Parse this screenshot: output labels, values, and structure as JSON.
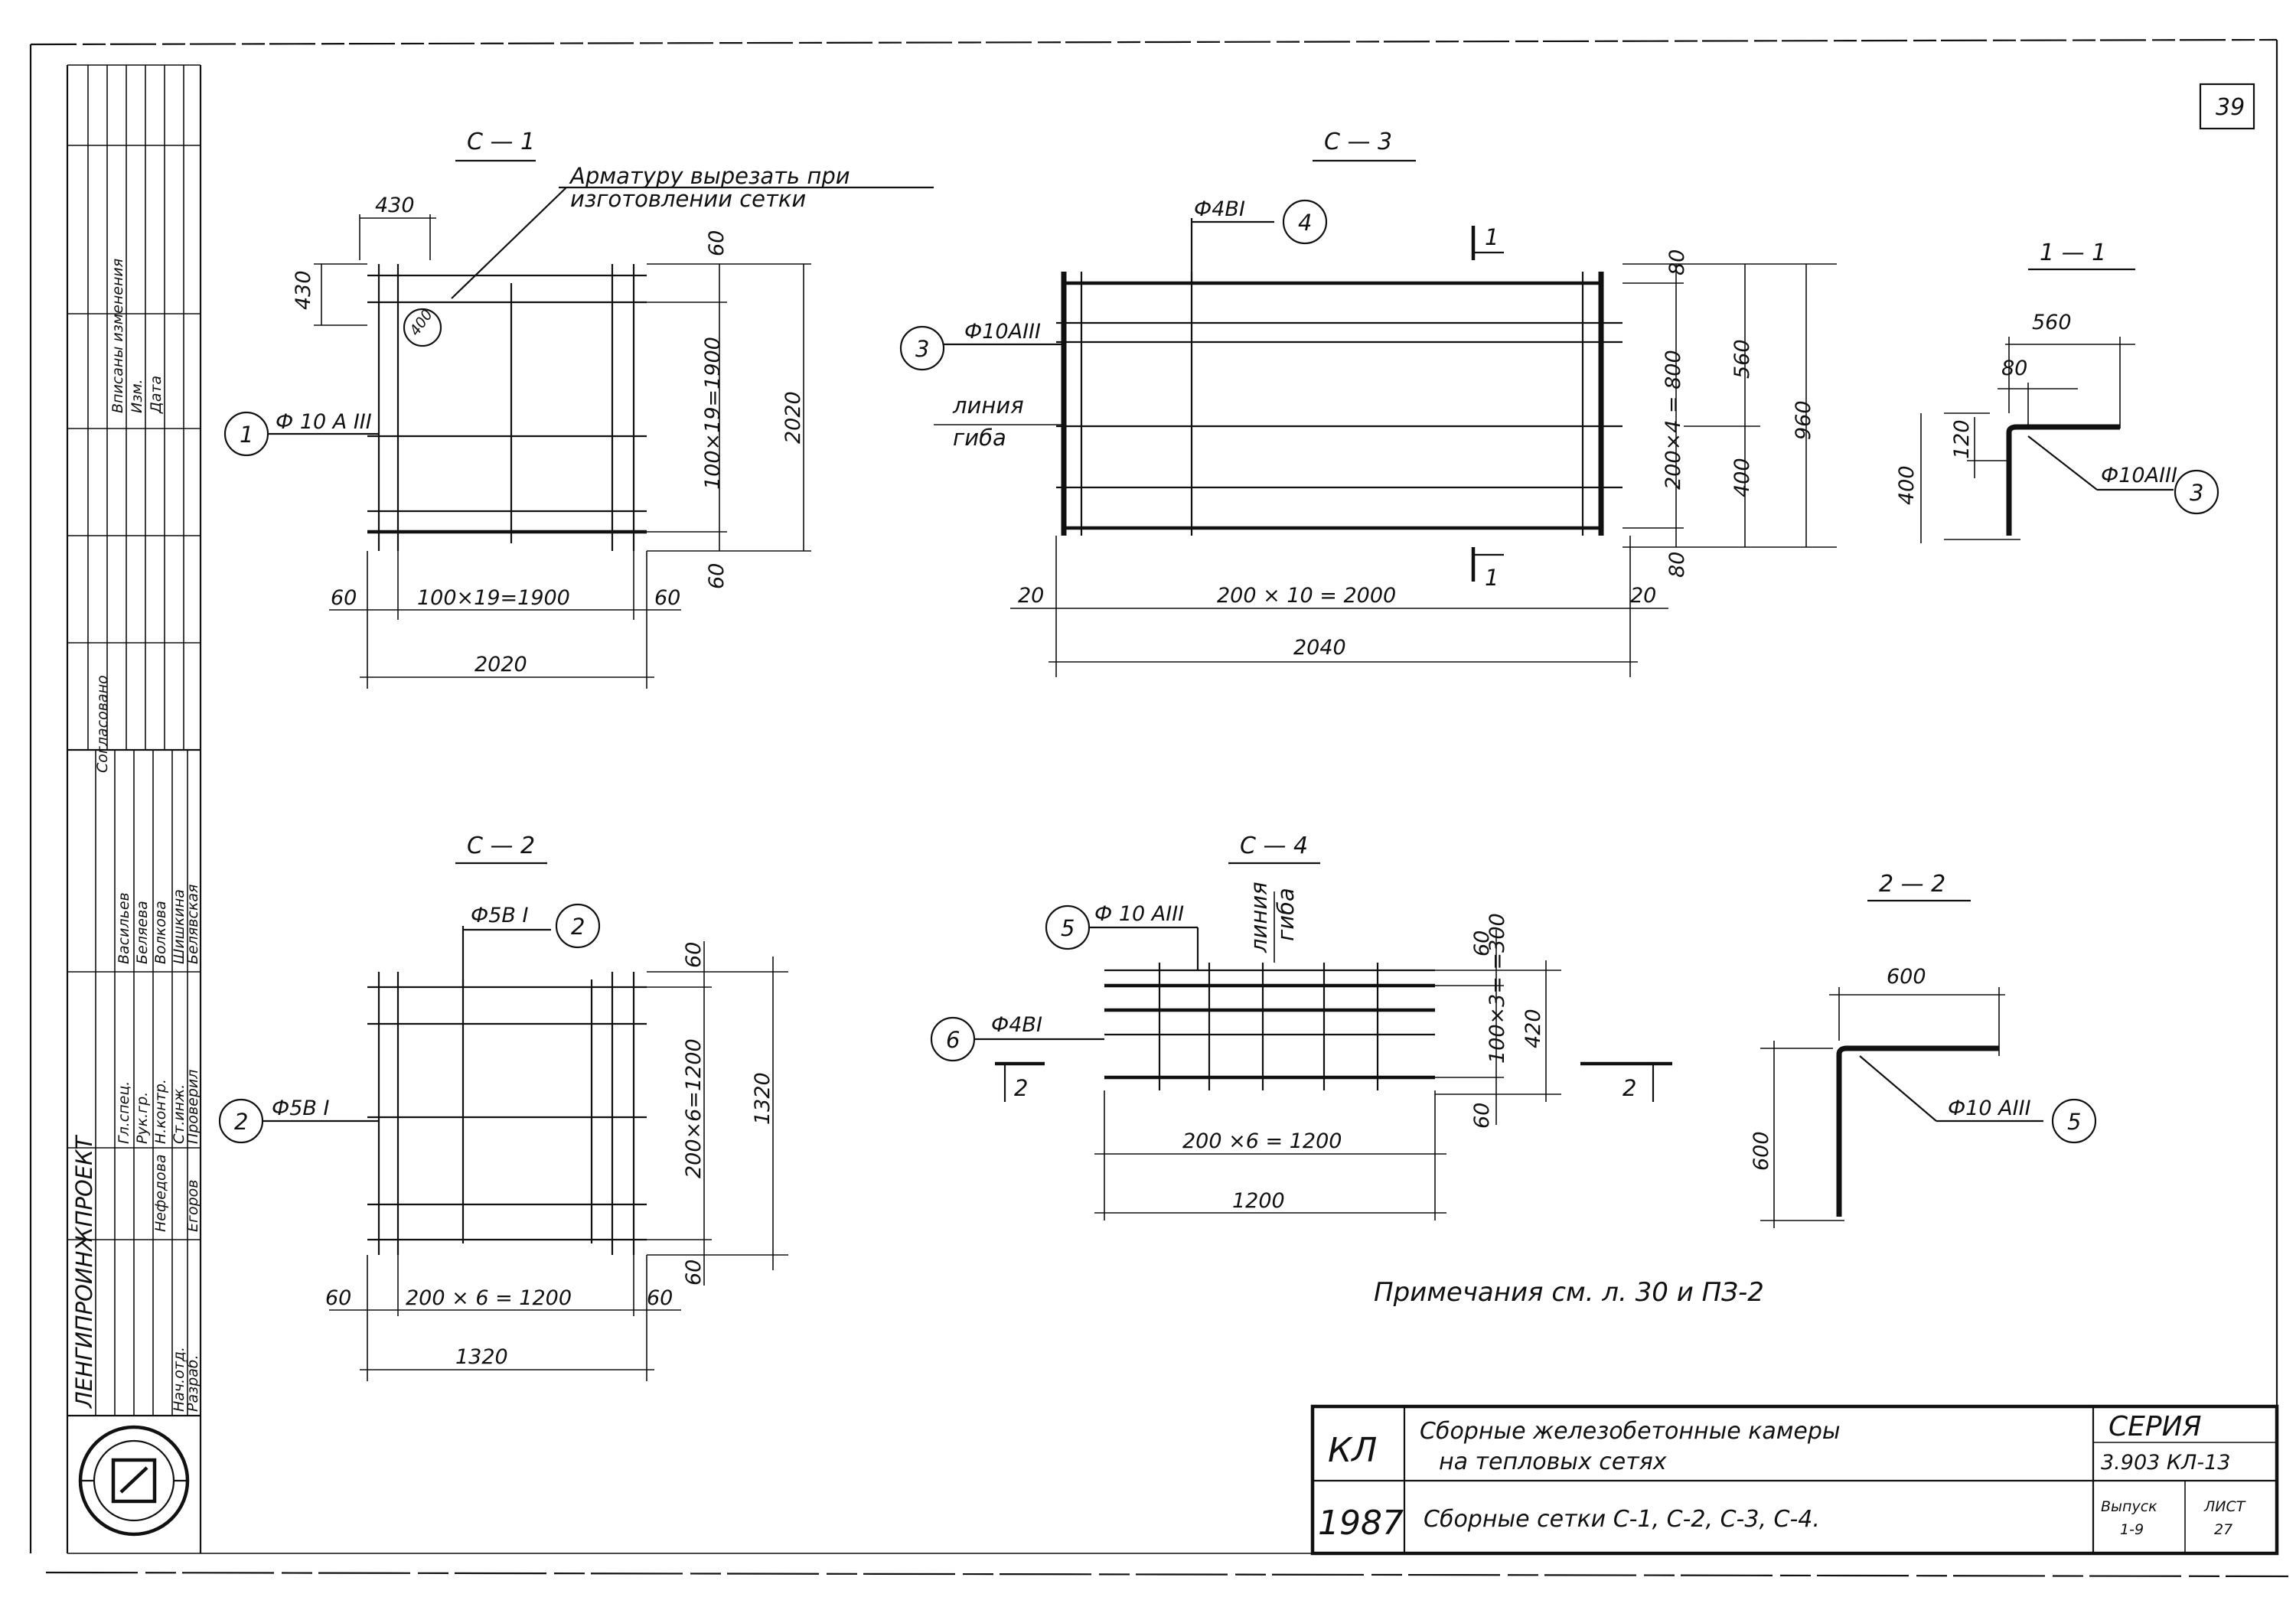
{
  "sheet": {
    "page_number": "39"
  },
  "c1": {
    "title": "С — 1",
    "note_line1": "Арматуру вырезать при",
    "note_line2": "изготовлении сетки",
    "dim_corner_h": "430",
    "dim_corner_v": "430",
    "corner_mark": "400",
    "pos_num": "1",
    "bar_label": "Ф 10 А III",
    "dim_top": "60",
    "dim_bottom": "60",
    "dim_inner_v": "100×19=1900",
    "dim_total_v": "2020",
    "dim_left": "60",
    "dim_inner_h": "100×19=1900",
    "dim_right": "60",
    "dim_total_h": "2020"
  },
  "c3": {
    "title": "С — 3",
    "bar_top_label": "Ф4ВI",
    "pos_top": "4",
    "pos_left": "3",
    "bar_left_label": "Ф10АIII",
    "bend_line_1": "линия",
    "bend_line_2": "гиба",
    "section_mark": "1",
    "dim_top": "80",
    "dim_inner_v": "200×4 = 800",
    "dim_bottom": "80",
    "dim_upper": "560",
    "dim_lower": "400",
    "dim_total_v": "960",
    "dim_left": "20",
    "dim_inner_h": "200 × 10 = 2000",
    "dim_right": "20",
    "dim_total_h": "2040"
  },
  "s11": {
    "title": "1 — 1",
    "dim_top": "560",
    "dim_hook": "80",
    "dim_drop": "120",
    "dim_height": "400",
    "bar_label": "Ф10АIII",
    "pos_num": "3"
  },
  "c2": {
    "title": "С — 2",
    "bar_top_label": "Ф5В I",
    "pos_top": "2",
    "pos_left": "2",
    "bar_left_label": "Ф5В I",
    "dim_top": "60",
    "dim_inner_v": "200×6=1200",
    "dim_bottom": "60",
    "dim_total_v": "1320",
    "dim_left": "60",
    "dim_inner_h": "200 × 6 = 1200",
    "dim_right": "60",
    "dim_total_h": "1320"
  },
  "c4": {
    "title": "С — 4",
    "pos_top": "5",
    "bar_top_label": "Ф 10 АIII",
    "bend_line_1": "линия",
    "bend_line_2": "гиба",
    "pos_left": "6",
    "bar_left_label": "Ф4ВI",
    "section_mark": "2",
    "dim_top": "60",
    "dim_inner_v": "100×3= =300",
    "dim_total_v": "420",
    "dim_bottom": "60",
    "dim_inner_h": "200 ×6 = 1200",
    "dim_total_h": "1200"
  },
  "s22": {
    "title": "2 — 2",
    "dim_top": "600",
    "dim_height": "600",
    "bar_label": "Ф10 АIII",
    "pos_num": "5"
  },
  "notes": {
    "text": "Примечания см. л. 30 и ПЗ-2"
  },
  "title_block": {
    "code": "КЛ",
    "year": "1987",
    "title_line1": "Сборные железобетонные камеры",
    "title_line2": "на тепловых сетях",
    "subtitle": "Сборные сетки С-1, С-2, С-3, С-4.",
    "series_label": "СЕРИЯ",
    "series_value": "3.903 КЛ-13",
    "issue_label": "Выпуск",
    "issue_value": "1-9",
    "sheet_label": "ЛИСТ",
    "sheet_value": "27"
  },
  "side_stamp": {
    "org": "ЛЕНГИПРОИНЖПРОЕКТ",
    "approved": "Согласовано",
    "names": [
      "Васильев",
      "Беляева",
      "Волкова",
      "Шишкина",
      "Белявская",
      "Нефедова",
      "Егоров"
    ],
    "roles": [
      "Гл.спец.",
      "Рук.гр.",
      "Н.контр.",
      "Ст.инж.",
      "Проверил",
      "Нач.отд.",
      "Разраб."
    ],
    "revision": [
      "Вписаны изменения",
      "Изм.",
      "Дата"
    ]
  }
}
